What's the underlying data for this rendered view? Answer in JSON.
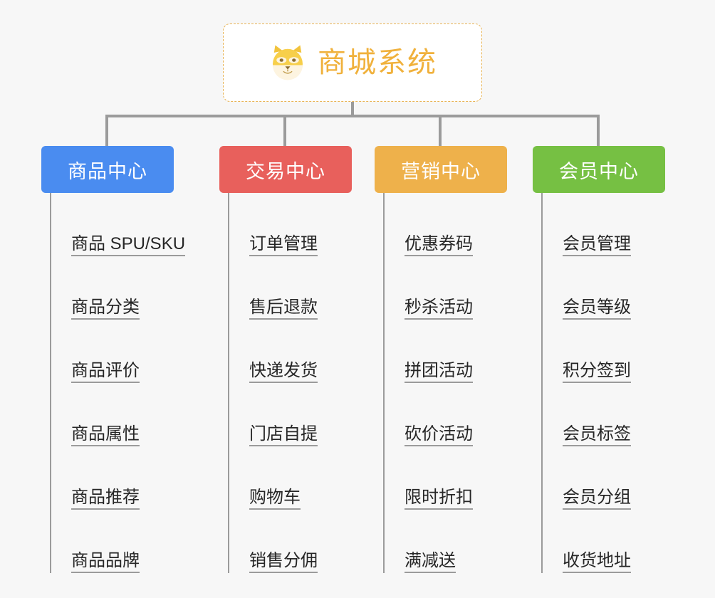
{
  "root": {
    "title": "商城系统",
    "emoji_icon": "shiba-dog-face-icon",
    "border_color": "#e8b354",
    "text_color": "#f0b13c"
  },
  "branches": [
    {
      "label": "商品中心",
      "color": "#4a8cf0",
      "items": [
        "商品 SPU/SKU",
        "商品分类",
        "商品评价",
        "商品属性",
        "商品推荐",
        "商品品牌"
      ]
    },
    {
      "label": "交易中心",
      "color": "#e8605c",
      "items": [
        "订单管理",
        "售后退款",
        "快递发货",
        "门店自提",
        "购物车",
        "销售分佣"
      ]
    },
    {
      "label": "营销中心",
      "color": "#eeb14b",
      "items": [
        "优惠券码",
        "秒杀活动",
        "拼团活动",
        "砍价活动",
        "限时折扣",
        "满减送"
      ]
    },
    {
      "label": "会员中心",
      "color": "#76c043",
      "items": [
        "会员管理",
        "会员等级",
        "积分签到",
        "会员标签",
        "会员分组",
        "收货地址"
      ]
    }
  ],
  "connector_color": "#9b9b9b",
  "background_color": "#f7f7f7"
}
